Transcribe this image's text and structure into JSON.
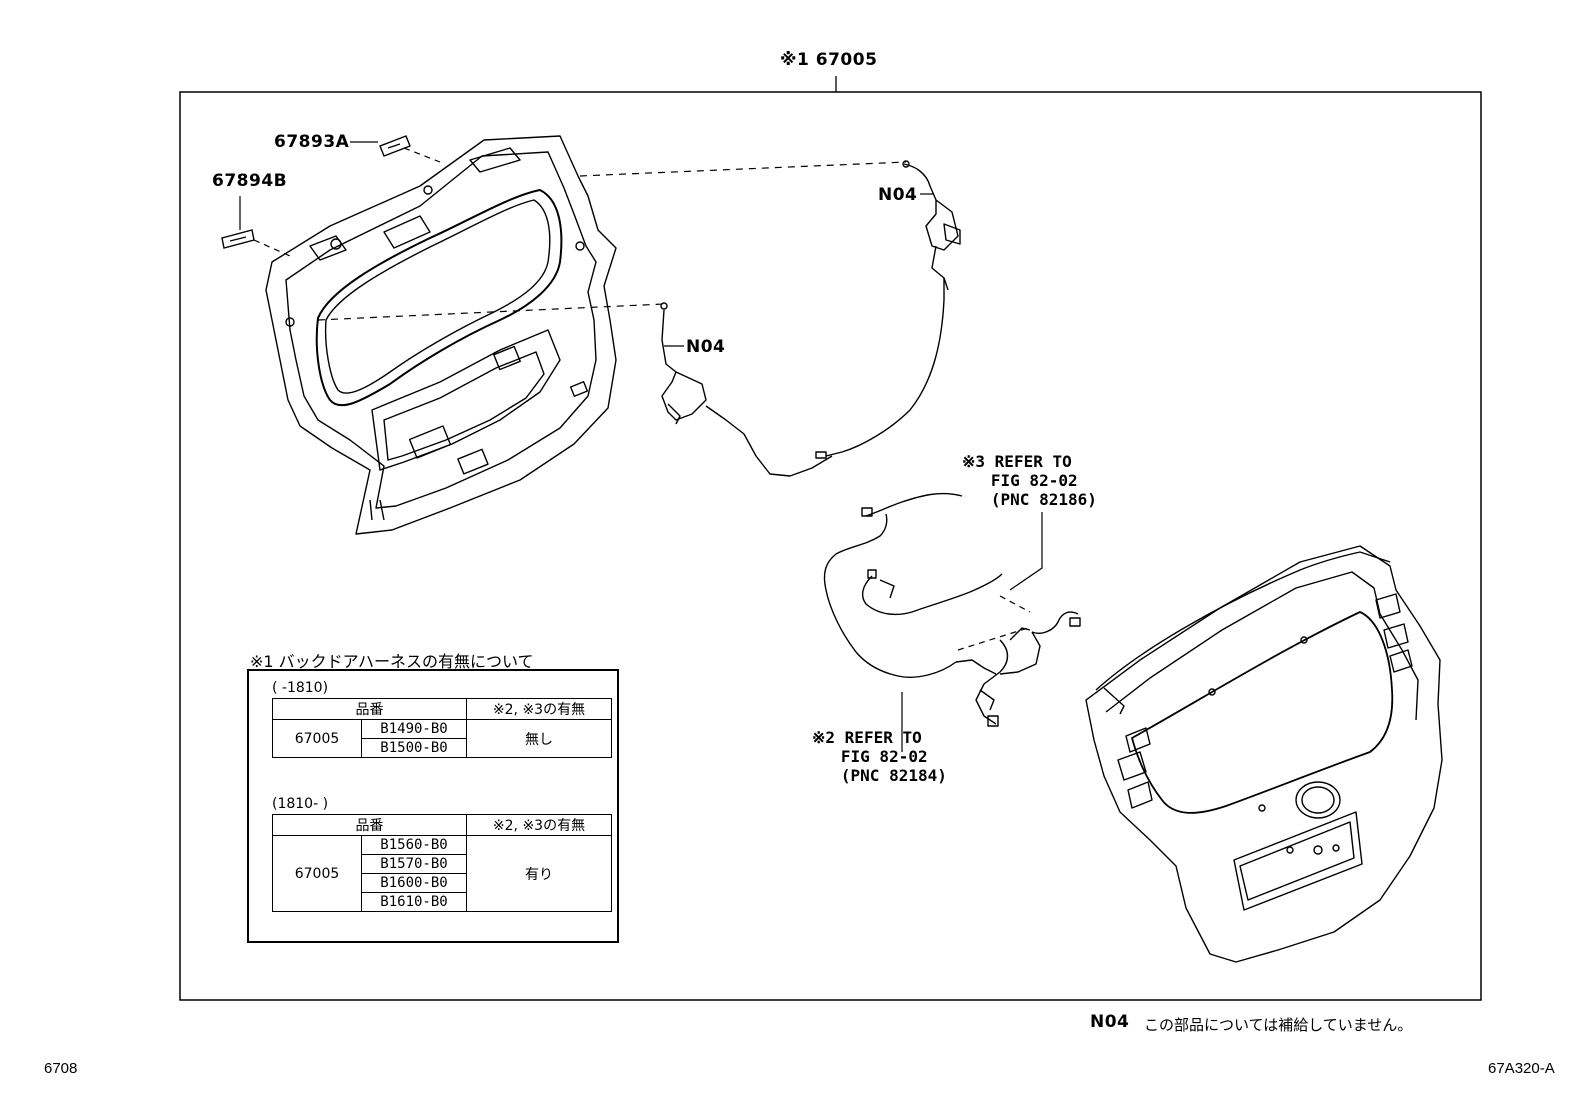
{
  "callouts": {
    "top_assembly": "※1 67005",
    "p67893A": "67893A",
    "p67894B": "67894B",
    "n04_a": "N04",
    "n04_b": "N04",
    "ref3": "※3 REFER TO\n   FIG 82-02\n   (PNC 82186)",
    "ref2": "※2 REFER TO\n   FIG 82-02\n   (PNC 82184)"
  },
  "table": {
    "heading": "※1 バックドアハーネスの有無について",
    "period1": "(     -1810)",
    "period2": "(1810-     )",
    "col_part": "品番",
    "col_presence": "※2, ※3の有無",
    "group1": {
      "base": "67005",
      "codes": [
        "B1490-B0",
        "B1500-B0"
      ],
      "presence": "無し"
    },
    "group2": {
      "base": "67005",
      "codes": [
        "B1560-B0",
        "B1570-B0",
        "B1600-B0",
        "B1610-B0"
      ],
      "presence": "有り"
    }
  },
  "note": {
    "code": "N04",
    "text": "この部品については補給していません。"
  },
  "footer": {
    "left": "6708",
    "right": "67A320-A"
  }
}
